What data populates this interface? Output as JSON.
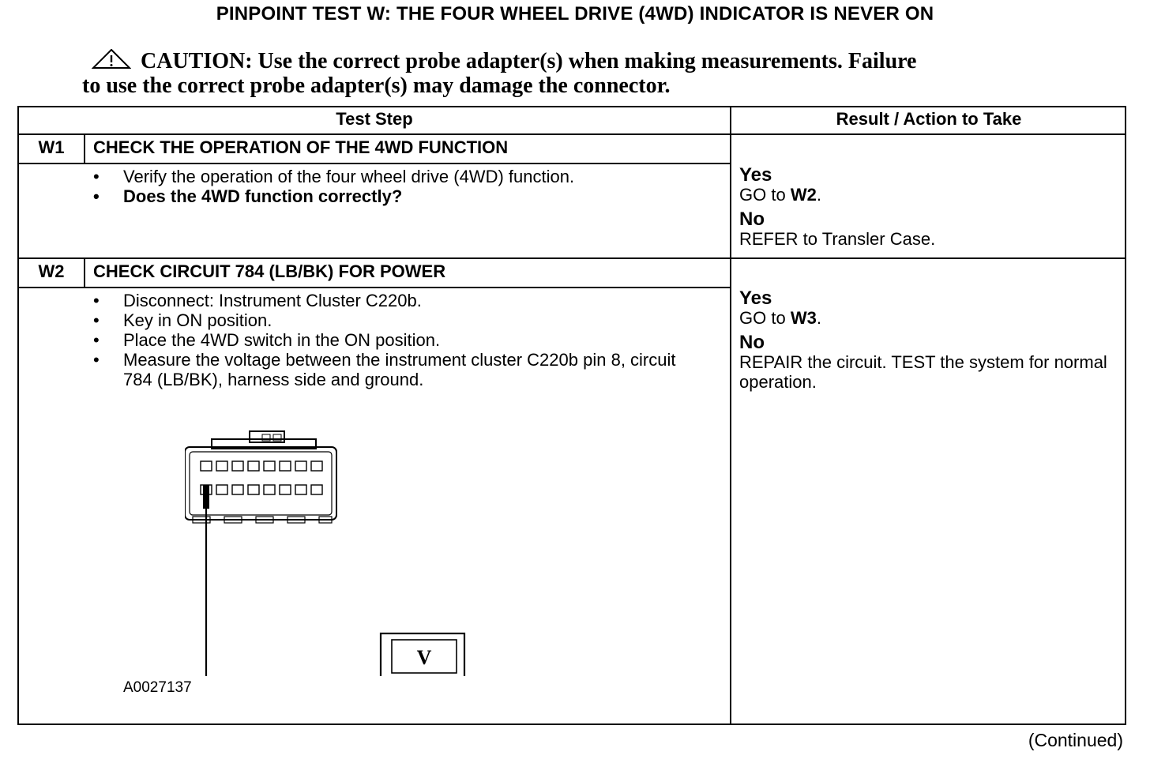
{
  "title": "PINPOINT TEST  W: THE FOUR WHEEL DRIVE (4WD) INDICATOR IS NEVER ON",
  "caution": {
    "icon": "caution-triangle-icon",
    "line1": "CAUTION: Use the correct probe adapter(s) when making measurements. Failure",
    "line2": "to use the correct probe adapter(s) may damage the connector."
  },
  "table": {
    "headers": {
      "step": "Test Step",
      "result": "Result / Action to Take"
    },
    "steps": [
      {
        "id": "W1",
        "title": "CHECK THE OPERATION OF THE 4WD FUNCTION",
        "bullets": [
          "Verify the operation of the four wheel drive (4WD) function.",
          "Does the 4WD function correctly?"
        ],
        "yes_label": "Yes",
        "yes_action": "GO to",
        "yes_target": "W2",
        "yes_end": ".",
        "no_label": "No",
        "no_action": "REFER to Transler Case."
      },
      {
        "id": "W2",
        "title": "CHECK CIRCUIT 784 (LB/BK) FOR POWER",
        "bullets": [
          "Disconnect: Instrument Cluster C220b.",
          "Key in ON position.",
          "Place the 4WD switch in the ON position.",
          "Measure the voltage between the instrument cluster C220b pin 8, circuit 784 (LB/BK), harness side and ground."
        ],
        "yes_label": "Yes",
        "yes_action": "GO to",
        "yes_target": "W3",
        "yes_end": ".",
        "no_label": "No",
        "no_action": "REPAIR the circuit. TEST the system for normal operation.",
        "figure": {
          "meter_label": "V",
          "plus": "+",
          "minus": "−",
          "figure_id": "A0027137"
        }
      }
    ]
  },
  "footer": {
    "continued": "(Continued)"
  }
}
